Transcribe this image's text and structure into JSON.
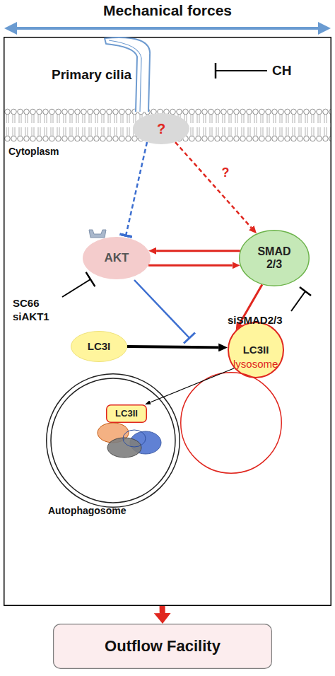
{
  "diagram": {
    "title": "Mechanical forces",
    "nodes": [
      {
        "text": [
          "Cytoplasm"
        ]
      },
      {
        "text": [
          "Primary cilia"
        ],
        "in": 0
      },
      {
        "text": [
          "?"
        ],
        "in": 0
      },
      {
        "text": [
          "AKT"
        ],
        "in": 0
      },
      {
        "text": [
          "SMAD 2/3"
        ],
        "in": 0
      },
      {
        "text": [
          "LC3I"
        ],
        "in": 0
      },
      {
        "text": [
          "LC3II"
        ],
        "in": 0
      },
      {
        "text": [
          "Autophagosome"
        ],
        "in": 0
      },
      {
        "text": [
          "LC3II"
        ],
        "in": 7
      },
      {
        "text": [
          "lysosome"
        ],
        "in": 0
      },
      {
        "text": [
          "Outflow Facility"
        ]
      }
    ],
    "edges": [
      {
        "from": 2,
        "to": 3,
        "arrow": "to"
      },
      {
        "from": 2,
        "to": 4,
        "label": "?",
        "arrow": "to"
      },
      {
        "from": 4,
        "to": 3,
        "arrow": "to"
      },
      {
        "from": 3,
        "to": 4,
        "arrow": "to"
      },
      {
        "from": 4,
        "to": 6,
        "arrow": "to"
      },
      {
        "from": 5,
        "to": 6,
        "arrow": "to"
      },
      {
        "from": 6,
        "to": 8,
        "arrow": "to"
      },
      {
        "from": 0,
        "to": 10,
        "arrow": "to"
      }
    ],
    "labels": [
      "CH",
      "SC66 siAKT1",
      "siSMAD2/3"
    ]
  }
}
